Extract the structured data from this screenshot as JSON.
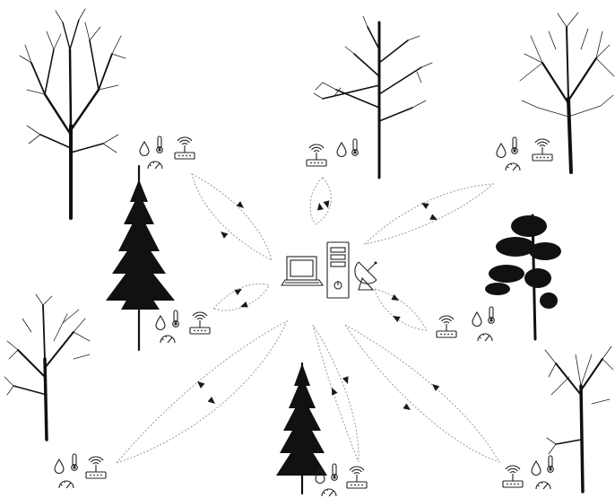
{
  "diagram": {
    "hub": {
      "devices": [
        "laptop-icon",
        "server-tower-icon",
        "satellite-dish-icon"
      ]
    },
    "sensor_icons": [
      "water-drop-icon",
      "thermometer-icon",
      "gauge-icon",
      "wireless-router-icon"
    ],
    "nodes": [
      {
        "id": "node-top-left",
        "tree": "deciduous-bare-tree"
      },
      {
        "id": "node-top-center",
        "tree": "sparse-pine-tree"
      },
      {
        "id": "node-top-right",
        "tree": "deciduous-bare-tree"
      },
      {
        "id": "node-left-middle",
        "tree": "spruce-tree"
      },
      {
        "id": "node-right-middle",
        "tree": "pine-tree"
      },
      {
        "id": "node-bottom-left",
        "tree": "deciduous-bare-tree"
      },
      {
        "id": "node-bottom-center",
        "tree": "spruce-tree"
      },
      {
        "id": "node-bottom-right",
        "tree": "deciduous-bare-tree"
      }
    ]
  }
}
